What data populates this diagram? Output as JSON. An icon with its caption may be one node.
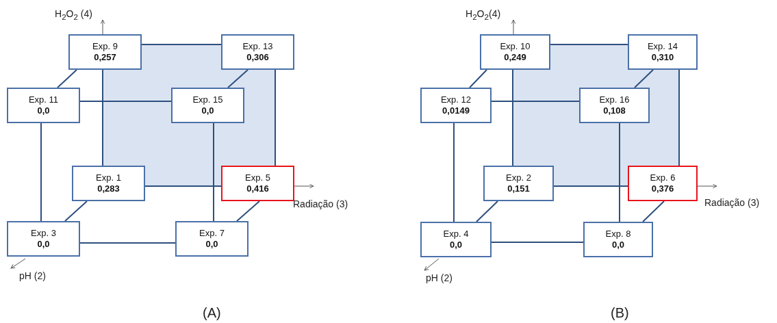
{
  "diagram": {
    "nodes": [
      {
        "text": [
          "Exp. 9",
          "0,257"
        ]
      },
      {
        "text": [
          "Exp. 13",
          "0,306"
        ]
      },
      {
        "text": [
          "Exp. 11",
          "0,0"
        ]
      },
      {
        "text": [
          "Exp. 15",
          "0,0"
        ]
      },
      {
        "text": [
          "Exp. 1",
          "0,283"
        ]
      },
      {
        "text": [
          "Exp. 5",
          "0,416"
        ]
      },
      {
        "text": [
          "Exp. 3",
          "0,0"
        ]
      },
      {
        "text": [
          "Exp. 7",
          "0,0"
        ]
      },
      {
        "text": [
          "Exp. 10",
          "0,249"
        ]
      },
      {
        "text": [
          "Exp. 14",
          "0,310"
        ]
      },
      {
        "text": [
          "Exp. 12",
          "0,0149"
        ]
      },
      {
        "text": [
          "Exp. 16",
          "0,108"
        ]
      },
      {
        "text": [
          "Exp. 2",
          "0,151"
        ]
      },
      {
        "text": [
          "Exp. 6",
          "0,376"
        ]
      },
      {
        "text": [
          "Exp. 4",
          "0,0"
        ]
      },
      {
        "text": [
          "Exp. 8",
          "0,0"
        ]
      }
    ],
    "edges": [
      {
        "from": 0,
        "to": 1,
        "arrow": "none"
      },
      {
        "from": 0,
        "to": 2,
        "arrow": "none"
      },
      {
        "from": 1,
        "to": 3,
        "arrow": "none"
      },
      {
        "from": 2,
        "to": 3,
        "arrow": "none"
      },
      {
        "from": 0,
        "to": 4,
        "arrow": "none"
      },
      {
        "from": 1,
        "to": 5,
        "arrow": "none"
      },
      {
        "from": 2,
        "to": 6,
        "arrow": "none"
      },
      {
        "from": 3,
        "to": 7,
        "arrow": "none"
      },
      {
        "from": 4,
        "to": 5,
        "arrow": "none"
      },
      {
        "from": 4,
        "to": 6,
        "arrow": "none"
      },
      {
        "from": 5,
        "to": 7,
        "arrow": "none"
      },
      {
        "from": 6,
        "to": 7,
        "arrow": "none"
      },
      {
        "from": 8,
        "to": 9,
        "arrow": "none"
      },
      {
        "from": 8,
        "to": 10,
        "arrow": "none"
      },
      {
        "from": 9,
        "to": 11,
        "arrow": "none"
      },
      {
        "from": 10,
        "to": 11,
        "arrow": "none"
      },
      {
        "from": 8,
        "to": 12,
        "arrow": "none"
      },
      {
        "from": 9,
        "to": 13,
        "arrow": "none"
      },
      {
        "from": 10,
        "to": 14,
        "arrow": "none"
      },
      {
        "from": 11,
        "to": 15,
        "arrow": "none"
      },
      {
        "from": 12,
        "to": 13,
        "arrow": "none"
      },
      {
        "from": 12,
        "to": 14,
        "arrow": "none"
      },
      {
        "from": 13,
        "to": 15,
        "arrow": "none"
      },
      {
        "from": 14,
        "to": 15,
        "arrow": "none"
      }
    ],
    "labels": [
      "H$_{2}$O$_{2}$ (4)",
      "Radiação (3)",
      "pH (2)",
      "(A)",
      "H$_{2}$O$_{2}$(4)",
      "Radiação (3)",
      "pH (2)",
      "(B)"
    ]
  }
}
